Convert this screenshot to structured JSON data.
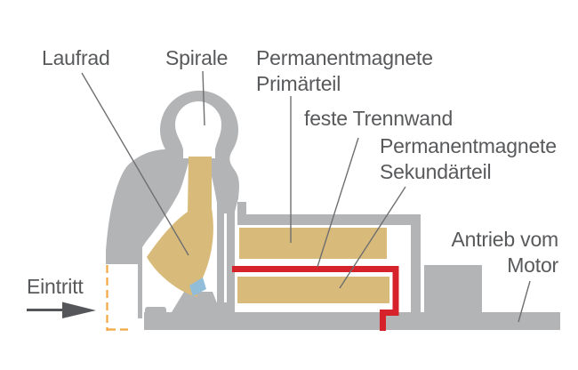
{
  "diagram": {
    "type": "pump-cross-section",
    "labels": {
      "laufrad": "Laufrad",
      "spirale": "Spirale",
      "permanentmagnete_primaer": {
        "line1": "Permanentmagnete",
        "line2": "Primärteil"
      },
      "feste_trennwand": "feste Trennwand",
      "permanentmagnete_sekundaer": {
        "line1": "Permanentmagnete",
        "line2": "Sekundärteil"
      },
      "antrieb_vom_motor": {
        "line1": "Antrieb vom",
        "line2": "Motor"
      },
      "eintritt": "Eintritt"
    },
    "icons": {
      "inlet_flow_arrow": "right-arrow",
      "inlet_boundary": "orange-dashed-line"
    },
    "colors": {
      "casing_gray": "#b3b4b6",
      "magnet_tan": "#d8ba7a",
      "trennwand_red": "#d5222b",
      "impeller_blue": "#92bdd9",
      "inlet_orange": "#f2a743",
      "label_gray": "#58595b",
      "leader_line_gray": "#6e6f71",
      "arrow_dark_gray": "#55565a",
      "background": "#ffffff"
    }
  }
}
